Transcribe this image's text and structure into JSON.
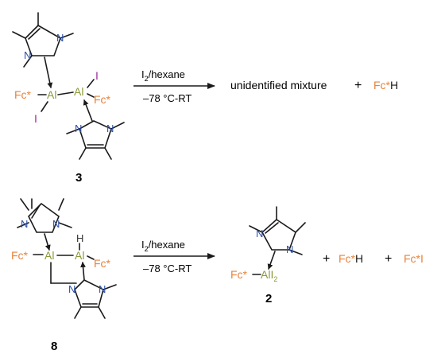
{
  "colors": {
    "fc": "#E8833A",
    "al": "#8A9A3A",
    "iodine": "#9B2F9B",
    "nitrogen": "#2B4FA8",
    "hydrogen": "#333333",
    "bond": "#1a1a1a"
  },
  "labels": {
    "fc_star": "Fc*",
    "al": "Al",
    "i": "I",
    "n": "N",
    "h": "H",
    "ali2_i": "I",
    "ali2_sub": "2"
  },
  "reaction1": {
    "compound_label": "3",
    "reagent_main": "I",
    "reagent_sub": "2",
    "reagent_rest": "/hexane",
    "conditions": "–78 °C-RT",
    "product_text": "unidentified mixture",
    "plus": "+",
    "byproduct_fc": "Fc*",
    "byproduct_h": "H"
  },
  "reaction2": {
    "compound_label": "8",
    "reagent_main": "I",
    "reagent_sub": "2",
    "reagent_rest": "/hexane",
    "conditions": "–78 °C-RT",
    "product_label": "2",
    "plus1": "+",
    "byproduct1_fc": "Fc*",
    "byproduct1_h": "H",
    "plus2": "+",
    "byproduct2_fc": "Fc*",
    "byproduct2_i": "I"
  }
}
